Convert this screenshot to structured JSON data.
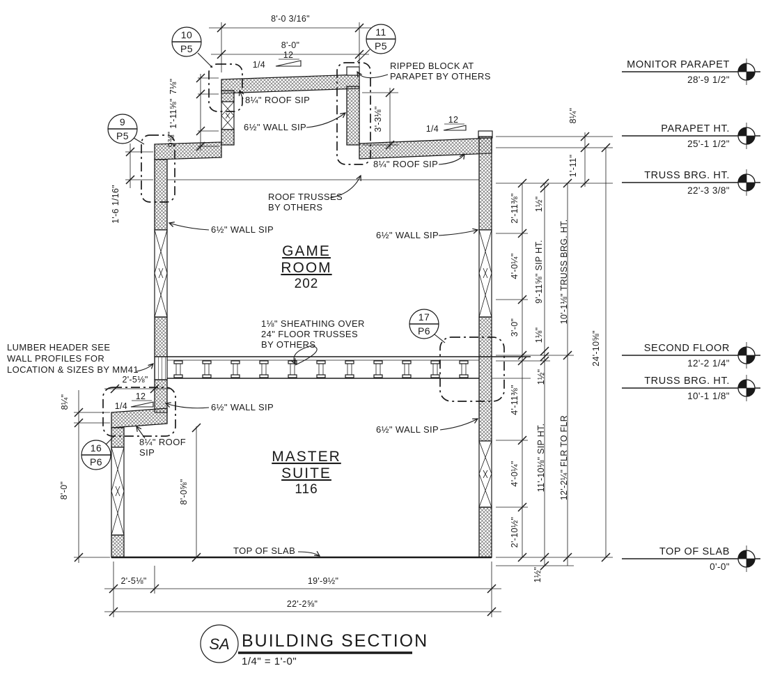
{
  "colors": {
    "ink": "#1a1a1a",
    "paper": "#ffffff"
  },
  "drawing": {
    "tag": "SA",
    "title": "BUILDING SECTION",
    "scale": "1/4\" = 1'-0\""
  },
  "rooms": {
    "game": {
      "line1": "GAME",
      "line2": "ROOM",
      "number": "202"
    },
    "master": {
      "line1": "MASTER",
      "line2": "SUITE",
      "number": "116"
    }
  },
  "callouts": {
    "c10": {
      "num": "10",
      "sheet": "P5"
    },
    "c11": {
      "num": "11",
      "sheet": "P5"
    },
    "c9": {
      "num": "9",
      "sheet": "P5"
    },
    "c17": {
      "num": "17",
      "sheet": "P6"
    },
    "c16": {
      "num": "16",
      "sheet": "P6"
    }
  },
  "notes": {
    "ripped": [
      "RIPPED BLOCK AT",
      "PARAPET BY OTHERS"
    ],
    "roof_sip_monitor": "8¼\" ROOF SIP",
    "wall_sip_monitor": "6½\" WALL SIP",
    "roof_sip_main": "8¼\" ROOF SIP",
    "roof_trusses": [
      "ROOF TRUSSES",
      "BY OTHERS"
    ],
    "wall_sip_game_left": "6½\" WALL SIP",
    "wall_sip_game_right": "6½\" WALL SIP",
    "sheathing": [
      "1⅛\" SHEATHING OVER",
      "24\" FLOOR TRUSSES",
      "BY OTHERS"
    ],
    "lumber_header": [
      "LUMBER HEADER SEE",
      "WALL PROFILES FOR",
      "LOCATION & SIZES BY MM41"
    ],
    "wall_sip_master_left": "6½\" WALL SIP",
    "roof_sip_low": [
      "8¼\" ROOF",
      "SIP"
    ],
    "wall_sip_master_right": "6½\" WALL SIP",
    "top_of_slab": "TOP OF SLAB"
  },
  "levels": [
    {
      "label": "MONITOR PARAPET",
      "value": "28'-9 1/2\""
    },
    {
      "label": "PARAPET HT.",
      "value": "25'-1 1/2\""
    },
    {
      "label": "TRUSS BRG. HT.",
      "value": "22'-3 3/8\""
    },
    {
      "label": "SECOND FLOOR",
      "value": "12'-2 1/4\""
    },
    {
      "label": "TRUSS BRG. HT.",
      "value": "10'-1 1/8\""
    },
    {
      "label": "TOP OF SLAB",
      "value": "0'-0\""
    }
  ],
  "dims": {
    "top_outer": "8'-0 3/16\"",
    "top_inner": "8'-0\"",
    "slope_rise": "1/4",
    "slope_run": "12",
    "monitor_parapet_h": "7⅛\"",
    "monitor_window_h": "1'-11⅝\"",
    "monitor_base_h": "9⅜\"",
    "parapet_block_h": "1'-6 1/16\"",
    "monitor_side_h": "3'-3⅛\"",
    "low_roof_edge_h": "8¼\"",
    "header_w": "2'-5⅛\"",
    "porch_wall_h": "8'-0\"",
    "porch_clear_h": "8'-0⅝\"",
    "parapet_h_right": "8¼\"",
    "parapet_to_truss": "1'-11\"",
    "up_seg1": "2'-11⅜\"",
    "up_seg2": "4'-0¼\"",
    "up_seg3": "3'-0\"",
    "up_top_sm": "1½\"",
    "up_sip": "9'-11⅝\" SIP HT.",
    "up_bot_sm": "1⅛\"",
    "up_truss_brg": "10'-1⅛\" TRUSS BRG. HT.",
    "low_seg1": "4'-11⅜\"",
    "low_seg2": "4'-0¼\"",
    "low_seg3": "2'-10½\"",
    "low_top_sm": "1½\"",
    "low_sip": "11'-10⅛\" SIP HT.",
    "low_flr": "12'-2¼\" FLR TO FLR",
    "overall_h": "24'-10⅝\"",
    "slab_sm": "1½\"",
    "bot_seg1": "2'-5⅛\"",
    "bot_seg2": "19'-9½\"",
    "bot_overall": "22'-2⅝\""
  }
}
